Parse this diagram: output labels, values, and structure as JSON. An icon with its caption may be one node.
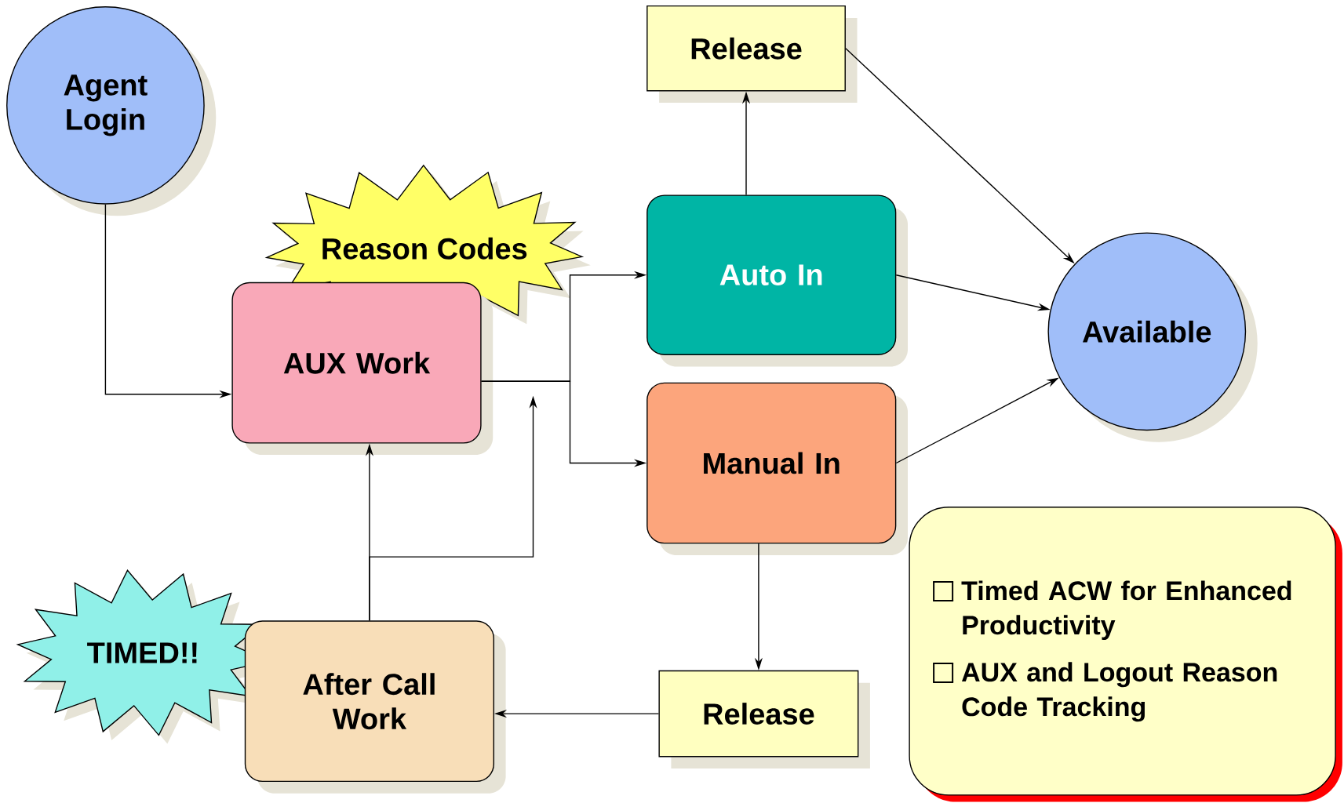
{
  "diagram": {
    "nodes": [
      {
        "text": [
          "Agent Login"
        ]
      },
      {
        "text": [
          "Reason Codes"
        ]
      },
      {
        "text": [
          "AUX Work"
        ]
      },
      {
        "text": [
          "Auto In"
        ]
      },
      {
        "text": [
          "Manual  In"
        ]
      },
      {
        "text": [
          "Release"
        ]
      },
      {
        "text": [
          "Available"
        ]
      },
      {
        "text": [
          "TIMED!!"
        ]
      },
      {
        "text": [
          "After Call Work"
        ]
      },
      {
        "text": [
          "Release"
        ]
      },
      {
        "text": [
          "Timed ACW for Enhanced Productivity",
          "AUX and Logout Reason Code Tracking"
        ]
      }
    ],
    "edges": [
      {
        "from": 0,
        "to": 2,
        "arrow": "to"
      },
      {
        "from": 2,
        "to": 3,
        "arrow": "to"
      },
      {
        "from": 2,
        "to": 4,
        "arrow": "to"
      },
      {
        "from": 3,
        "to": 5,
        "arrow": "to"
      },
      {
        "from": 5,
        "to": 6,
        "arrow": "to"
      },
      {
        "from": 3,
        "to": 6,
        "arrow": "to"
      },
      {
        "from": 4,
        "to": 6,
        "arrow": "to"
      },
      {
        "from": 4,
        "to": 9,
        "arrow": "to"
      },
      {
        "from": 9,
        "to": 8,
        "arrow": "to"
      },
      {
        "from": 8,
        "to": 2,
        "arrow": "to"
      },
      {
        "from": 8,
        "to": null,
        "arrow": "to"
      }
    ]
  }
}
